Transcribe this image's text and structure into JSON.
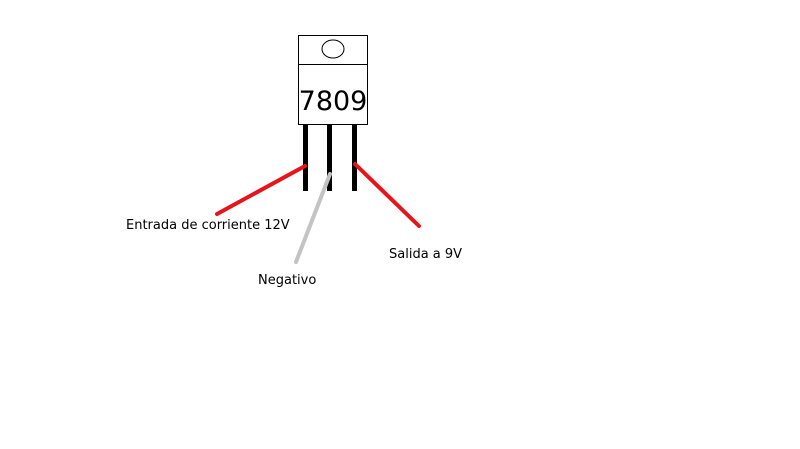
{
  "component": {
    "part_number": "7809",
    "outline_color": "#000000",
    "pin_color": "#000000"
  },
  "labels": {
    "input": "Entrada de corriente 12V",
    "ground": "Negativo",
    "output": "Salida a 9V"
  },
  "wires": {
    "input_color": "#e8141c",
    "ground_color": "#c3c3c3",
    "output_color": "#e8141c"
  }
}
